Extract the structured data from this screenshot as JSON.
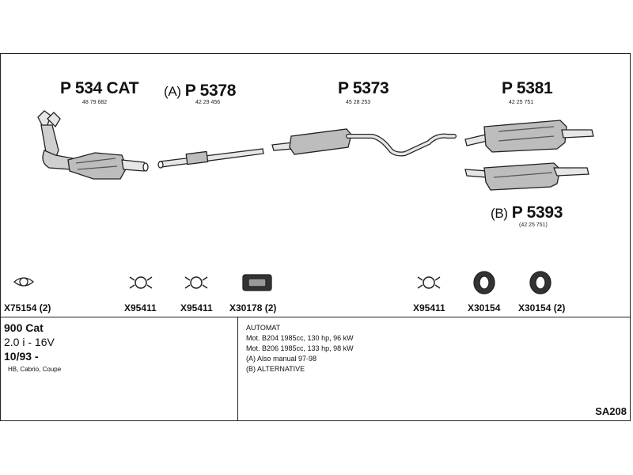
{
  "parts": [
    {
      "prefix": "",
      "number": "P 534 CAT",
      "oem": "48 79 682"
    },
    {
      "prefix": "(A)",
      "number": "P 5378",
      "oem": "42 29 456"
    },
    {
      "prefix": "",
      "number": "P 5373",
      "oem": "45 28 253"
    },
    {
      "prefix": "",
      "number": "P 5381",
      "oem": "42 25 751"
    },
    {
      "prefix": "(B)",
      "number": "P 5393",
      "oem": "(42 25 751)"
    }
  ],
  "accessories": [
    {
      "code": "X75154 (2)",
      "icon": "gasket-icon"
    },
    {
      "code": "X95411",
      "icon": "clamp-icon"
    },
    {
      "code": "X95411",
      "icon": "clamp-icon"
    },
    {
      "code": "X30178 (2)",
      "icon": "rubber-mount-icon"
    },
    {
      "code": "X95411",
      "icon": "clamp-icon"
    },
    {
      "code": "X30154",
      "icon": "hanger-ring-icon"
    },
    {
      "code": "X30154 (2)",
      "icon": "hanger-ring-icon"
    }
  ],
  "vehicle": {
    "model": "900 Cat",
    "engine": "2.0 i - 16V",
    "year": "10/93 -",
    "body": "HB, Cabrio, Coupe"
  },
  "notes": [
    "AUTOMAT",
    "Mot. B204 1985cc, 130 hp, 96 kW",
    "Mot. B206 1985cc, 133 hp, 98 kW",
    "(A) Also manual 97-98",
    "(B) ALTERNATIVE"
  ],
  "diagram_code": "SA208"
}
